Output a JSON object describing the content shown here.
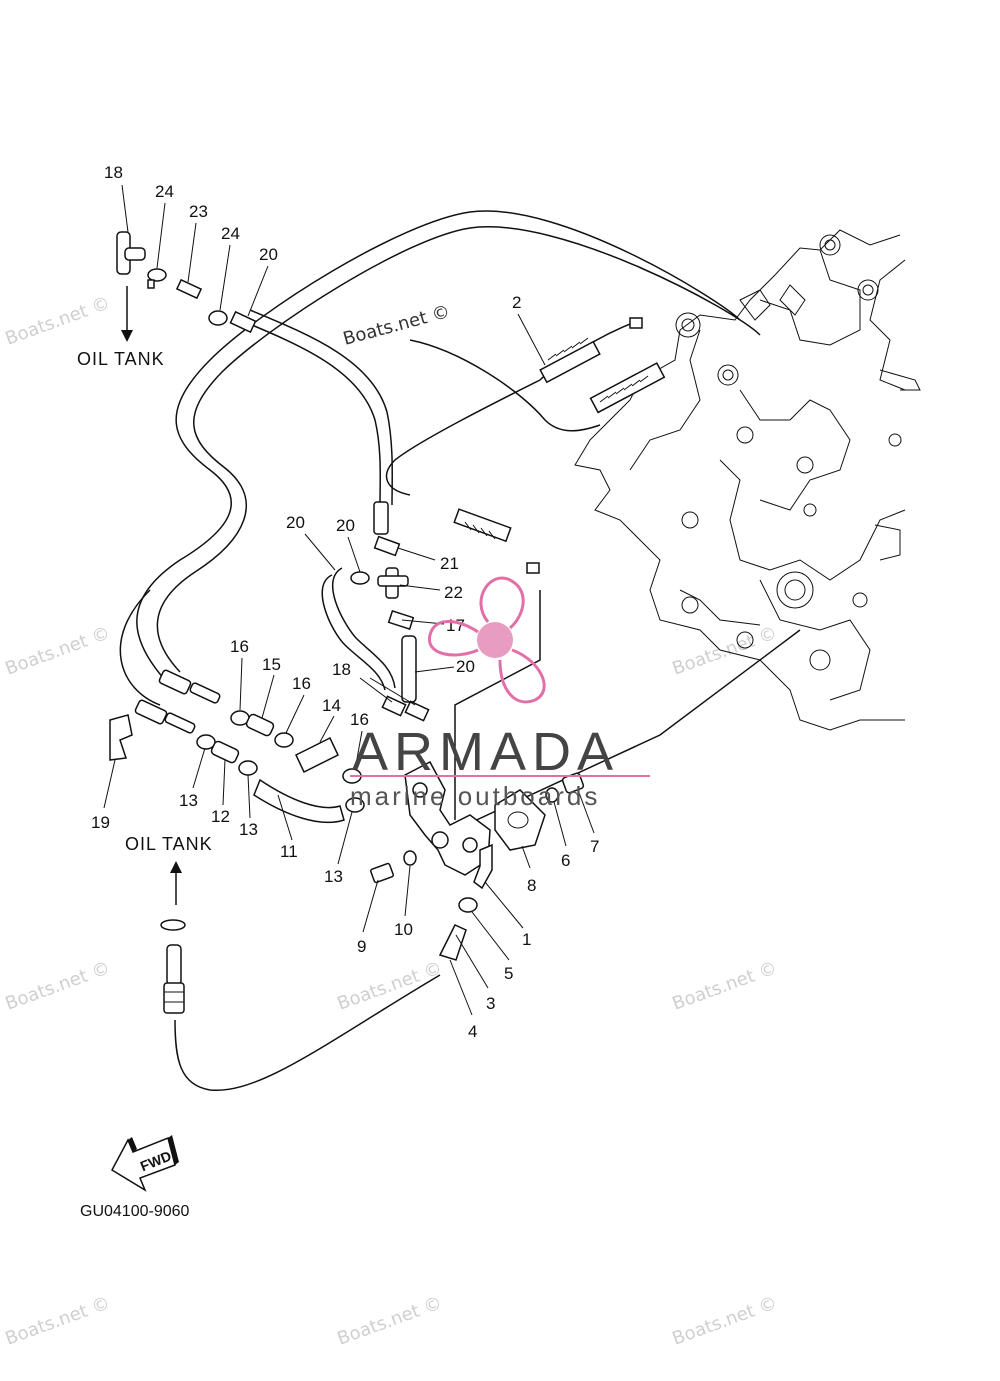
{
  "diagram": {
    "part_numbers": [
      {
        "id": "p1",
        "text": "1"
      },
      {
        "id": "p2",
        "text": "2"
      },
      {
        "id": "p3",
        "text": "3"
      },
      {
        "id": "p4",
        "text": "4"
      },
      {
        "id": "p5",
        "text": "5"
      },
      {
        "id": "p6",
        "text": "6"
      },
      {
        "id": "p7",
        "text": "7"
      },
      {
        "id": "p8",
        "text": "8"
      },
      {
        "id": "p9",
        "text": "9"
      },
      {
        "id": "p10",
        "text": "10"
      },
      {
        "id": "p11",
        "text": "11"
      },
      {
        "id": "p12",
        "text": "12"
      },
      {
        "id": "p13a",
        "text": "13"
      },
      {
        "id": "p13b",
        "text": "13"
      },
      {
        "id": "p13c",
        "text": "13"
      },
      {
        "id": "p14",
        "text": "14"
      },
      {
        "id": "p15",
        "text": "15"
      },
      {
        "id": "p16a",
        "text": "16"
      },
      {
        "id": "p16b",
        "text": "16"
      },
      {
        "id": "p16c",
        "text": "16"
      },
      {
        "id": "p17",
        "text": "17"
      },
      {
        "id": "p18a",
        "text": "18"
      },
      {
        "id": "p18b",
        "text": "18"
      },
      {
        "id": "p19",
        "text": "19"
      },
      {
        "id": "p20a",
        "text": "20"
      },
      {
        "id": "p20b",
        "text": "20"
      },
      {
        "id": "p20c",
        "text": "20"
      },
      {
        "id": "p20d",
        "text": "20"
      },
      {
        "id": "p21",
        "text": "21"
      },
      {
        "id": "p22",
        "text": "22"
      },
      {
        "id": "p23",
        "text": "23"
      },
      {
        "id": "p24a",
        "text": "24"
      },
      {
        "id": "p24b",
        "text": "24"
      }
    ],
    "oil_tank_top": "OIL TANK",
    "oil_tank_bottom": "OIL TANK",
    "fwd": "FWD",
    "drawing_code": "GU04100-9060"
  },
  "watermark": {
    "text": "Boats.net ©",
    "brand": "ARMADA",
    "brand_sub": "marine outboards"
  },
  "colors": {
    "line": "#111111",
    "watermark": "#cfcfcf",
    "brand_pink": "#e36fa8"
  }
}
